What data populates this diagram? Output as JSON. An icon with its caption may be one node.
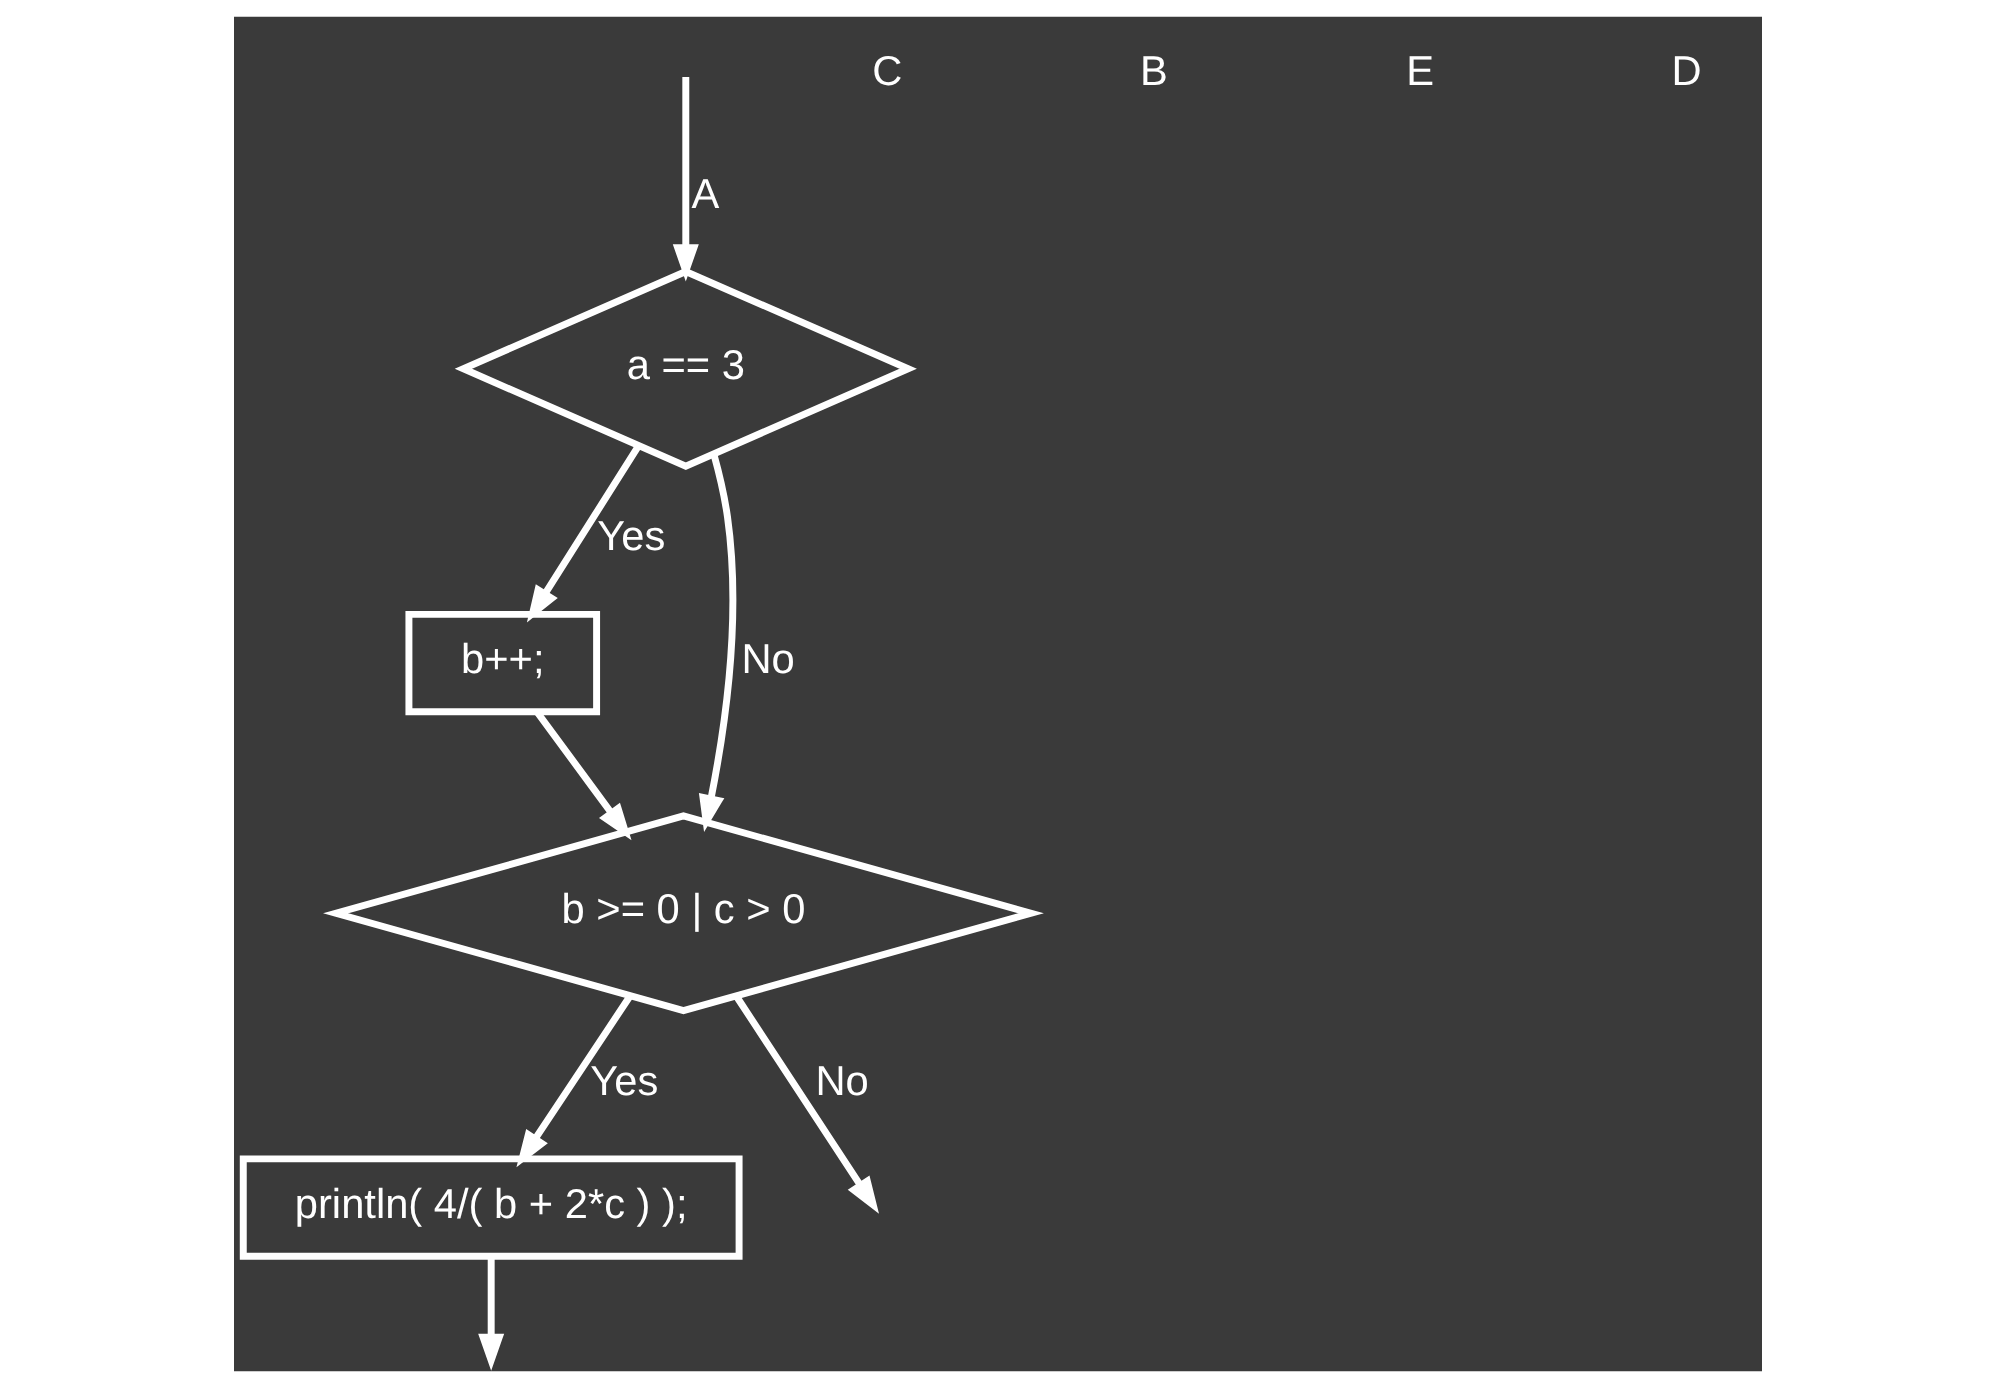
{
  "diagram": {
    "nodes": [
      {
        "text": [
          "a == 3"
        ]
      },
      {
        "text": [
          "b++;"
        ]
      },
      {
        "text": [
          "b >= 0 | c > 0"
        ]
      },
      {
        "text": [
          "println( 4/( b + 2*c ) );"
        ]
      }
    ],
    "edges": [
      {
        "from": null,
        "to": 0,
        "arrow": "to",
        "label": "A"
      },
      {
        "from": 0,
        "to": 1,
        "arrow": "to",
        "label": "Yes"
      },
      {
        "from": 0,
        "to": 2,
        "arrow": "to",
        "label": "No"
      },
      {
        "from": 1,
        "to": 2,
        "arrow": "to"
      },
      {
        "from": 2,
        "to": 3,
        "arrow": "to",
        "label": "Yes"
      },
      {
        "from": 2,
        "to": null,
        "arrow": "to",
        "label": "No"
      },
      {
        "from": 3,
        "to": null,
        "arrow": "to"
      }
    ],
    "labels": [
      "C",
      "B",
      "E",
      "D"
    ]
  }
}
